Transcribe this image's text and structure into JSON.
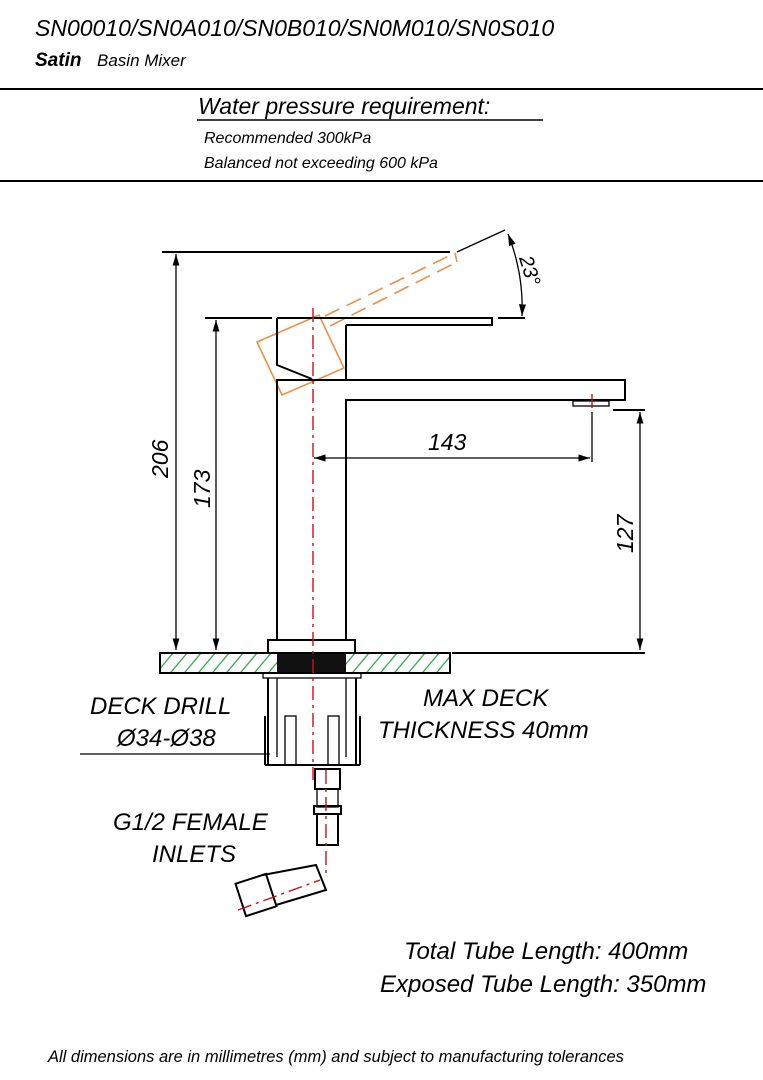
{
  "header": {
    "model_codes": "SN00010/SN0A010/SN0B010/SN0M010/SN0S010",
    "finish": "Satin",
    "product": "Basin Mixer"
  },
  "pressure": {
    "title": "Water pressure requirement:",
    "recommended": "Recommended 300kPa",
    "balanced": "Balanced not exceeding 600 kPa"
  },
  "dimensions": {
    "overall_height": "206",
    "spout_top_height": "173",
    "spout_reach": "143",
    "outlet_height": "127",
    "handle_angle": "23°"
  },
  "notes": {
    "deck_drill_line1": "DECK DRILL",
    "deck_drill_line2": "Ø34-Ø38",
    "max_deck_line1": "MAX DECK",
    "max_deck_line2": "THICKNESS 40mm",
    "inlets_line1": "G1/2 FEMALE",
    "inlets_line2": "INLETS",
    "total_tube": "Total Tube Length: 400mm",
    "exposed_tube": "Exposed Tube Length: 350mm"
  },
  "footer": "All dimensions are in millimetres (mm) and subject to manufacturing tolerances",
  "colors": {
    "centerline": "#c0141b",
    "handle_alt": "#e8904a",
    "hatch": "#2ea043"
  }
}
